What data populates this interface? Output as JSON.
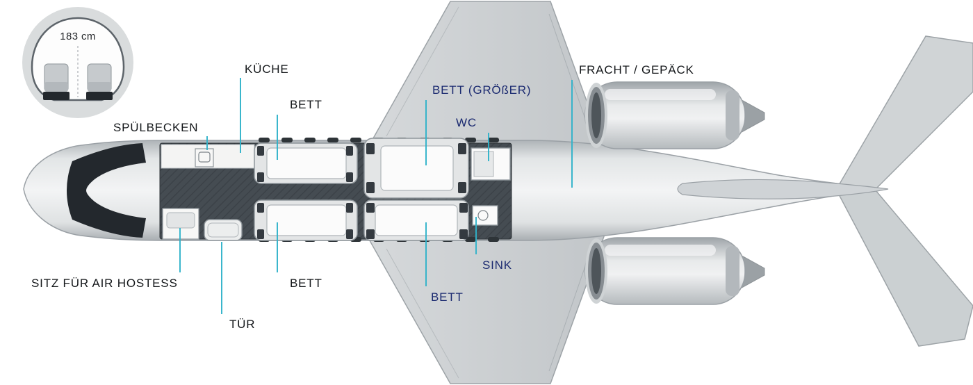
{
  "diagram": {
    "type": "aircraft-cabin-floorplan",
    "cross_section": {
      "height_label": "183 cm"
    },
    "labels": {
      "kueche": "KÜCHE",
      "bett_top": "BETT",
      "bett_groesser": "BETT (GRÖßER)",
      "wc": "WC",
      "fracht": "FRACHT / GEPÄCK",
      "spuelbecken": "SPÜLBECKEN",
      "sitz_air_hostess": "SITZ FÜR AIR HOSTESS",
      "tuer": "TÜR",
      "bett_bottom": "BETT",
      "bett_bottom_right": "BETT",
      "sink": "SINK"
    },
    "colors": {
      "leader_line": "#2fb2c9",
      "label_dark": "#14171a",
      "label_navy": "#1b2a70",
      "cabin_floor": "#454c52",
      "fuselage": "#e5e7e8"
    }
  }
}
